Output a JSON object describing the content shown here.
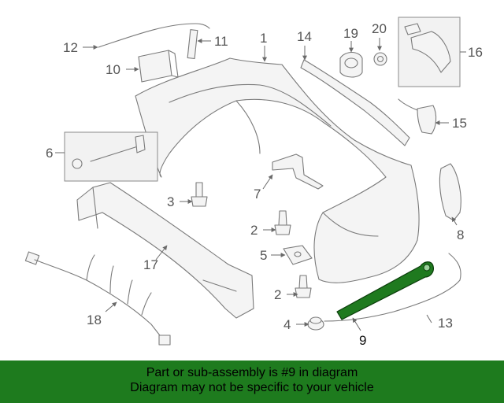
{
  "callouts": {
    "c1": "1",
    "c2a": "2",
    "c2b": "2",
    "c3": "3",
    "c4": "4",
    "c5": "5",
    "c6": "6",
    "c7": "7",
    "c8": "8",
    "c9": "9",
    "c10": "10",
    "c11": "11",
    "c12": "12",
    "c13": "13",
    "c14": "14",
    "c15": "15",
    "c16": "16",
    "c17": "17",
    "c18": "18",
    "c19": "19",
    "c20": "20"
  },
  "highlight": {
    "part_number": "9",
    "color": "#1e7b1e"
  },
  "banner": {
    "line1": "Part or sub-assembly is #9 in diagram",
    "line2": "Diagram may not be specific to your vehicle",
    "background": "#1e7b1e"
  }
}
